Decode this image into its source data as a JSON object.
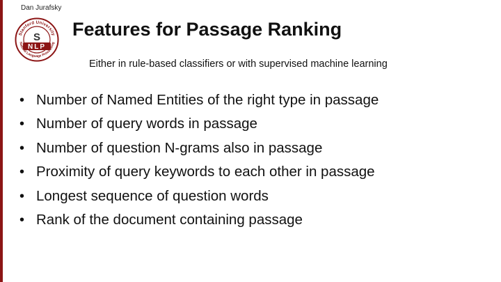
{
  "slide": {
    "author": "Dan Jurafsky",
    "title": "Features for Passage Ranking",
    "subtitle": "Either in rule-based classifiers or with supervised machine learning",
    "bullets": [
      "Number of Named Entities of the right type in passage",
      "Number of query words in passage",
      "Number of question N-grams also in passage",
      "Proximity of query keywords to each other in passage",
      "Longest sequence of question words",
      "Rank of the document containing passage"
    ]
  },
  "logo": {
    "ring_text_top": "Stanford University",
    "ring_text_bottom": "Natural Language Processing",
    "center_letter": "S",
    "center_text": "NLP",
    "icon": "stanford-nlp-logo"
  },
  "colors": {
    "accent": "#8c1515",
    "text": "#111111"
  }
}
